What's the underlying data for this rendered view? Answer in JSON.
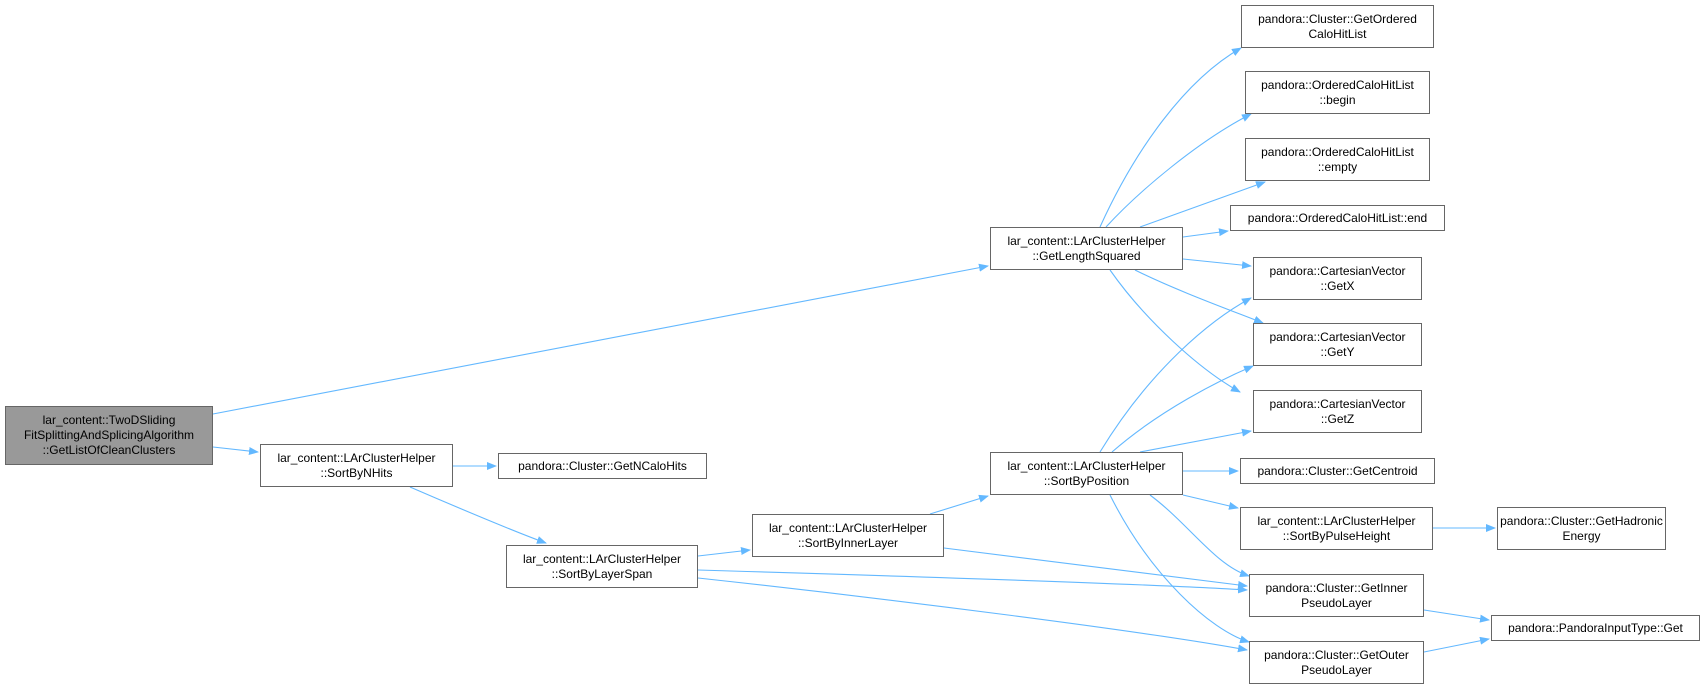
{
  "colors": {
    "edge": "#63b8ff",
    "root_fill": "#999999",
    "node_border": "#666666"
  },
  "nodes": {
    "root": {
      "line1": "lar_content::TwoDSliding",
      "line2": "FitSplittingAndSplicingAlgorithm",
      "line3": "::GetListOfCleanClusters"
    },
    "sort_by_nhits": {
      "line1": "lar_content::LArClusterHelper",
      "line2": "::SortByNHits"
    },
    "get_ncalohits": {
      "line1": "pandora::Cluster::GetNCaloHits"
    },
    "sort_by_layer_span": {
      "line1": "lar_content::LArClusterHelper",
      "line2": "::SortByLayerSpan"
    },
    "sort_by_inner_layer": {
      "line1": "lar_content::LArClusterHelper",
      "line2": "::SortByInnerLayer"
    },
    "get_length_squared": {
      "line1": "lar_content::LArClusterHelper",
      "line2": "::GetLengthSquared"
    },
    "sort_by_position": {
      "line1": "lar_content::LArClusterHelper",
      "line2": "::SortByPosition"
    },
    "get_ordered_calohitlist": {
      "line1": "pandora::Cluster::GetOrdered",
      "line2": "CaloHitList"
    },
    "ochl_begin": {
      "line1": "pandora::OrderedCaloHitList",
      "line2": "::begin"
    },
    "ochl_empty": {
      "line1": "pandora::OrderedCaloHitList",
      "line2": "::empty"
    },
    "ochl_end": {
      "line1": "pandora::OrderedCaloHitList::end"
    },
    "cv_getx": {
      "line1": "pandora::CartesianVector",
      "line2": "::GetX"
    },
    "cv_gety": {
      "line1": "pandora::CartesianVector",
      "line2": "::GetY"
    },
    "cv_getz": {
      "line1": "pandora::CartesianVector",
      "line2": "::GetZ"
    },
    "get_centroid": {
      "line1": "pandora::Cluster::GetCentroid"
    },
    "sort_by_pulse_height": {
      "line1": "lar_content::LArClusterHelper",
      "line2": "::SortByPulseHeight"
    },
    "get_hadronic_energy": {
      "line1": "pandora::Cluster::GetHadronic",
      "line2": "Energy"
    },
    "get_inner_pseudolayer": {
      "line1": "pandora::Cluster::GetInner",
      "line2": "PseudoLayer"
    },
    "get_outer_pseudolayer": {
      "line1": "pandora::Cluster::GetOuter",
      "line2": "PseudoLayer"
    },
    "pandora_input_type_get": {
      "line1": "pandora::PandoraInputType::Get"
    }
  }
}
